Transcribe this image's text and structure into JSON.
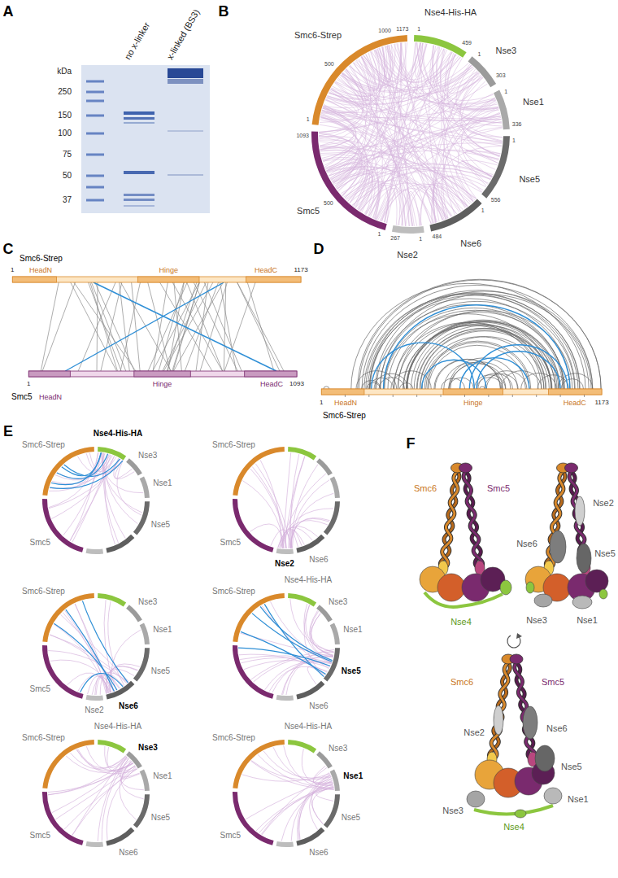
{
  "diagram": {
    "labels": [
      "A",
      "kDa",
      "250",
      "150",
      "100",
      "75",
      "50",
      "37",
      "no x-linker",
      "x-linked (BS3)",
      "B",
      "Smc6-Strep",
      "Nse4-His-HA",
      "Nse3",
      "Nse1",
      "Nse5",
      "Nse6",
      "Nse2",
      "Smc5",
      "1",
      "500",
      "1000",
      "1173",
      "1",
      "459",
      "1",
      "303",
      "1",
      "336",
      "1",
      "556",
      "1",
      "484",
      "1",
      "267",
      "1",
      "500",
      "1093",
      "C",
      "Smc6-Strep",
      "1",
      "HeadN",
      "Hinge",
      "HeadC",
      "1173",
      "1",
      "Hinge",
      "HeadC",
      "1093",
      "Smc5",
      "HeadN",
      "D",
      "1",
      "HeadN",
      "Hinge",
      "HeadC",
      "1173",
      "Smc6-Strep",
      "E",
      "Smc6-Strep",
      "Nse4-His-HA",
      "Nse3",
      "Nse1",
      "Nse5",
      "Smc5",
      "Smc6-Strep",
      "Smc5",
      "Nse2",
      "Nse6",
      "Smc6-Strep",
      "Nse3",
      "Nse1",
      "Nse5",
      "Smc5",
      "Nse2",
      "Nse6",
      "Smc6-Strep",
      "Nse4-His-HA",
      "Nse3",
      "Nse1",
      "Nse5",
      "Nse6",
      "Smc6-Strep",
      "Nse4-His-HA",
      "Nse3",
      "Nse1",
      "Nse5",
      "Smc5",
      "Nse6",
      "Smc6-Strep",
      "Nse4-His-HA",
      "Nse3",
      "Nse1",
      "Nse5",
      "Smc5",
      "Nse6",
      "F",
      "Smc6",
      "Smc5",
      "Nse4",
      "Nse2",
      "Nse6",
      "Nse5",
      "Nse3",
      "Nse1",
      "Smc6",
      "Smc5",
      "Nse2",
      "Nse6",
      "Nse5",
      "Nse1",
      "Nse3",
      "Nse4"
    ]
  }
}
